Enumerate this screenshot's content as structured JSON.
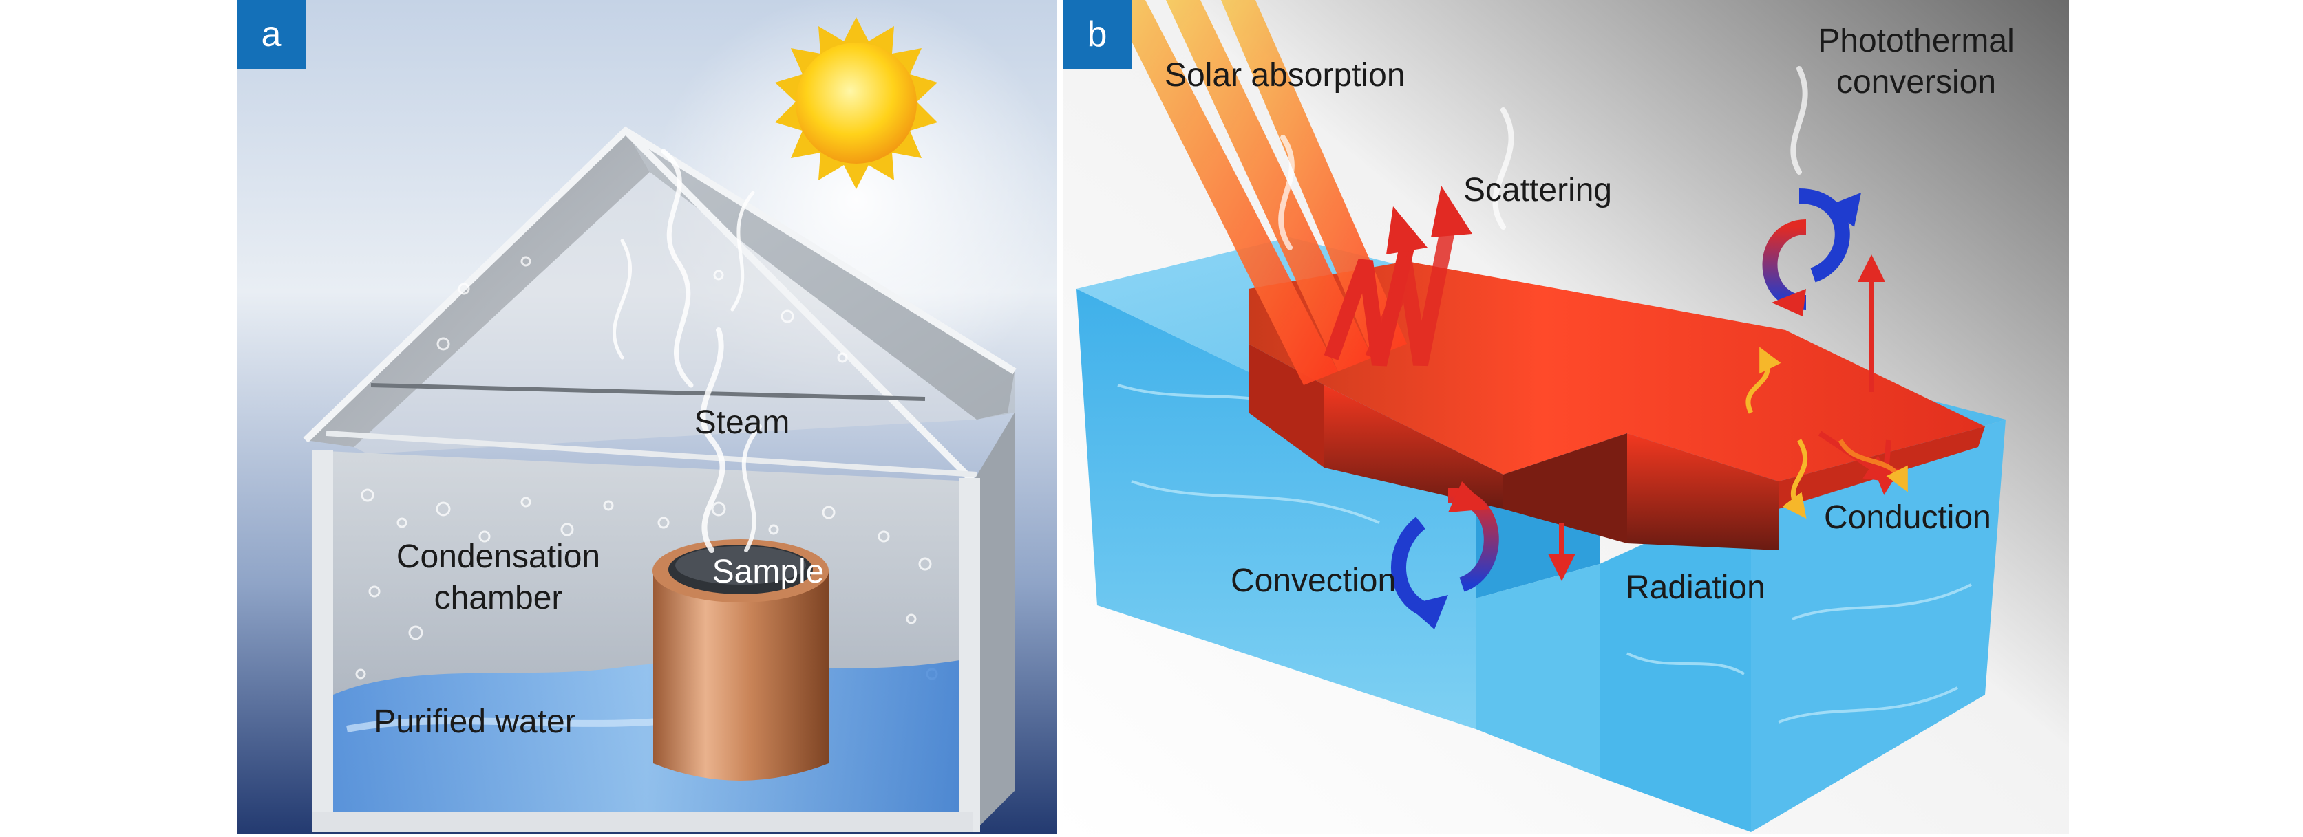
{
  "colors": {
    "badge": "#1470b8",
    "sky_top": "#e8eef5",
    "sky_bottom": "#5d79a8",
    "glass": "#c9cfd6",
    "water": "#5aa8ee",
    "copper": "#c88659",
    "absorber": "#e8301d",
    "arrow_red": "#e22a23",
    "arrow_blue": "#1f3ccf",
    "arrow_yellow": "#f6b72a"
  },
  "panel_a": {
    "badge": "a",
    "labels": {
      "steam": "Steam",
      "condensation_chamber": "Condensation\nchamber",
      "sample": "Sample",
      "purified_water": "Purified water"
    },
    "icons": [
      "sun-icon",
      "steam-wisps-icon",
      "water-droplets-icon"
    ]
  },
  "panel_b": {
    "badge": "b",
    "labels": {
      "solar_absorption": "Solar absorption",
      "photothermal_conversion": "Photothermal\nconversion",
      "scattering": "Scattering",
      "conduction": "Conduction",
      "convection": "Convection",
      "radiation": "Radiation"
    },
    "icons": [
      "sunlight-rays-icon",
      "scatter-arrows-icon",
      "convection-cycle-icon",
      "radiation-arrow-icon",
      "heat-arrow-icon"
    ]
  }
}
